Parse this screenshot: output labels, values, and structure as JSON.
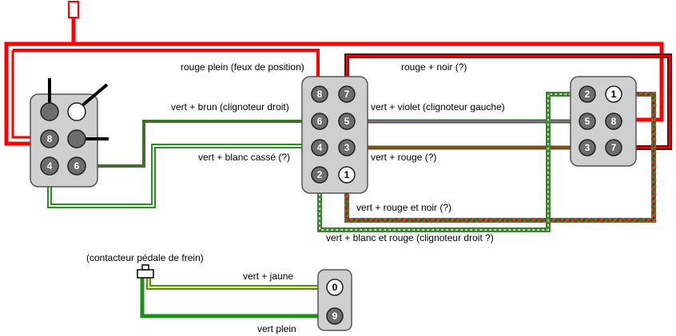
{
  "labels": {
    "rouge_plein": "rouge plein (feux de position)",
    "rouge_noir": "rouge + noir (?)",
    "vert_brun": "vert + brun (clignoteur droit)",
    "vert_violet": "vert + violet (clignoteur gauche)",
    "vert_blanc_casse": "vert + blanc cassé (?)",
    "vert_rouge": "vert + rouge (?)",
    "vert_rouge_noir": "vert + rouge et noir (?)",
    "vert_blanc_rouge": "vert + blanc et rouge (clignoteur droit ?)",
    "contacteur": "(contacteur pédale de frein)",
    "vert_jaune": "vert + jaune",
    "vert_plein": "vert plein"
  },
  "connectors": {
    "left": {
      "pins": [
        "8",
        "4",
        "6"
      ]
    },
    "middle": {
      "pins": [
        "8",
        "7",
        "6",
        "5",
        "4",
        "3",
        "2",
        "1"
      ]
    },
    "right": {
      "pins": [
        "2",
        "1",
        "5",
        "8",
        "3",
        "7"
      ]
    },
    "bottom": {
      "pins": [
        "0",
        "9"
      ]
    }
  },
  "colors": {
    "red": "#ff0000",
    "dark_green": "#3f6f2a",
    "green": "#1a8f1a",
    "violet": "#9b59b6",
    "light_green": "#b8e986",
    "yellow_green": "#e2f28a",
    "black": "#000000",
    "pin_grey": "#6d6d6d",
    "block_grey": "#cfcfcf"
  }
}
